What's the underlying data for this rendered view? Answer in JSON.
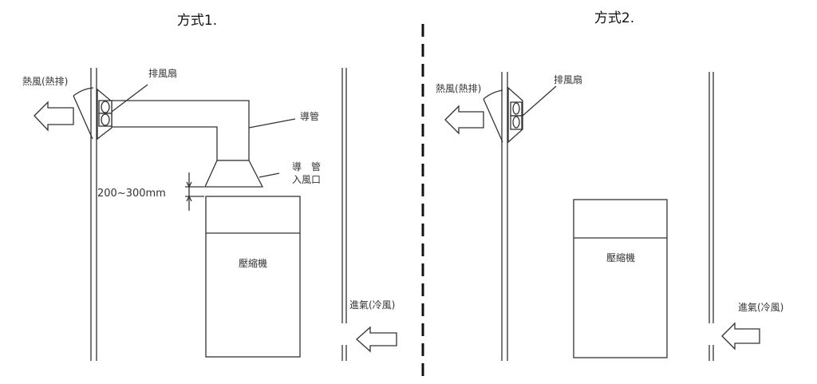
{
  "method1": {
    "title": "方式1.",
    "hot_air": "熱風(熱排)",
    "fan": "排風扇",
    "duct": "導管",
    "duct_inlet_line1": "導　管",
    "duct_inlet_line2": "入風口",
    "clearance": "200~300mm",
    "compressor": "壓縮機",
    "intake": "進氣(冷風)"
  },
  "method2": {
    "title": "方式2.",
    "hot_air": "熱風(熱排)",
    "fan": "排風扇",
    "compressor": "壓縮機",
    "intake": "進氣(冷風)"
  }
}
